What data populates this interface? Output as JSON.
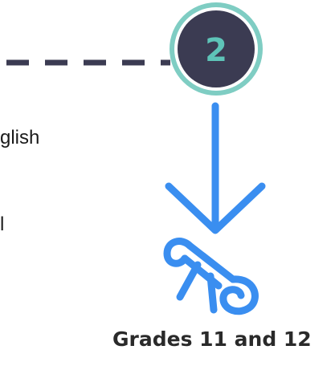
{
  "step": {
    "number": "2"
  },
  "text_fragments": {
    "line_1": "glish",
    "line_2": "l"
  },
  "caption": "Grades 11 and 12",
  "icons": {
    "arrow": "arrow-down-icon",
    "scroll": "diploma-scroll-icon"
  },
  "colors": {
    "badge_fill": "#3b3b52",
    "badge_ring": "#7fcdc3",
    "badge_number": "#5ec4b8",
    "dash_line": "#3b3b52",
    "accent_blue": "#3a8ef0"
  }
}
